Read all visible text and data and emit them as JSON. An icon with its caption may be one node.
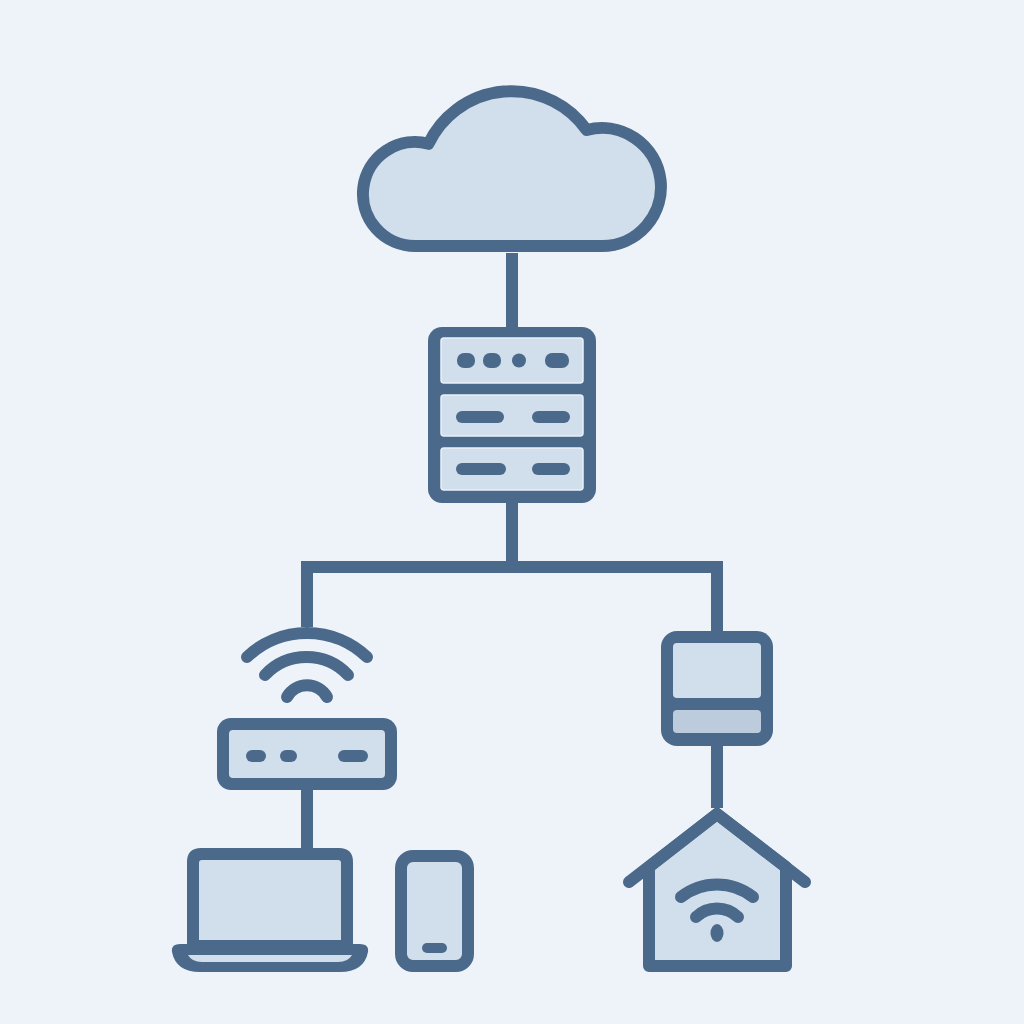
{
  "diagram": {
    "nodes": [
      {
        "text": [],
        "shape": "cloud"
      },
      {
        "text": [],
        "shape": "picture"
      },
      {
        "text": [],
        "shape": "picture"
      },
      {
        "text": [],
        "shape": "picture"
      },
      {
        "text": [],
        "shape": "picture"
      },
      {
        "text": [],
        "shape": "picture"
      },
      {
        "text": [],
        "shape": "picture"
      }
    ],
    "edges": [
      {
        "from": 0,
        "to": 1,
        "arrow": "none"
      },
      {
        "from": 1,
        "to": 2,
        "arrow": "none"
      },
      {
        "from": 1,
        "to": 3,
        "arrow": "none"
      },
      {
        "from": 2,
        "to": 4,
        "arrow": "none"
      },
      {
        "from": 3,
        "to": 6,
        "arrow": "none"
      }
    ]
  }
}
